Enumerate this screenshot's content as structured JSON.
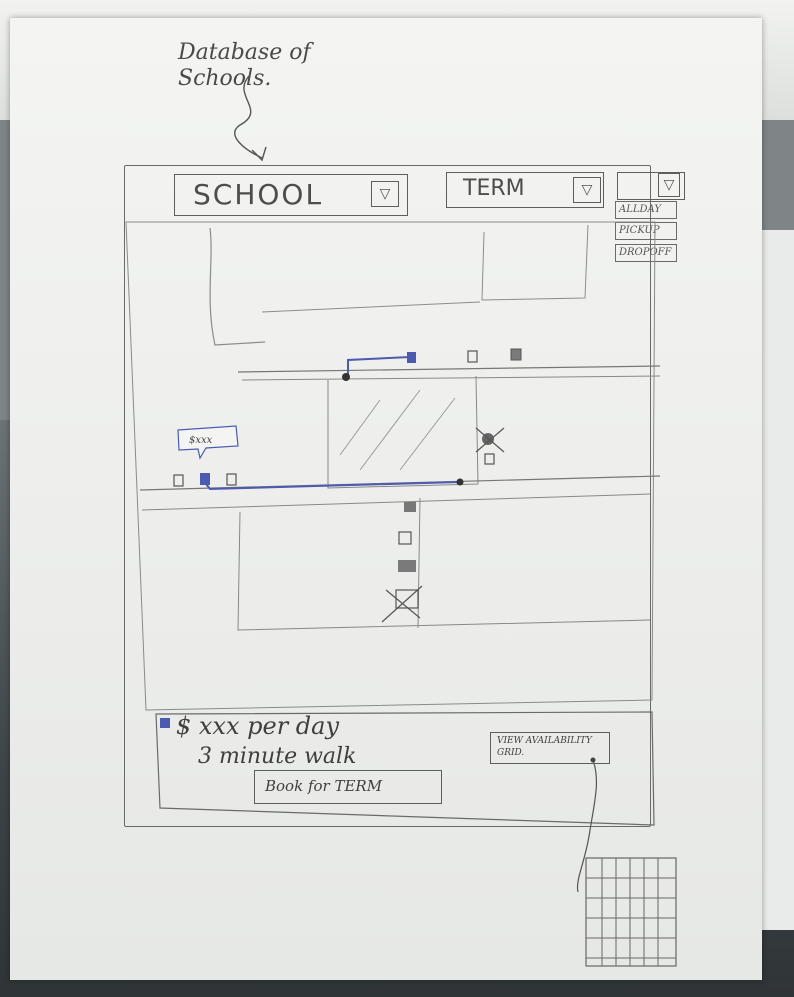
{
  "annotations": {
    "database_note": "Database of Schools."
  },
  "header": {
    "school_select": "SCHOOL",
    "term_select": "TERM",
    "session_select": ""
  },
  "session_options": [
    "ALLDAY",
    "PICKUP",
    "DROPOFF"
  ],
  "map": {
    "price_bubble": "$xxx"
  },
  "result_card": {
    "price": "$ xxx per day",
    "distance": "3 minute walk",
    "book_button": "Book for TERM",
    "availability_button": "VIEW AVAILABILITY GRID."
  },
  "colors": {
    "pen_blue": "#4a5bb0",
    "pencil": "#5e5e5e"
  },
  "icons": {
    "select_caret": "caret-down-icon",
    "marker_empty": "empty-square-icon",
    "marker_filled": "filled-square-icon",
    "marker_crossed": "crossed-square-icon",
    "availability_grid": "grid-icon"
  }
}
